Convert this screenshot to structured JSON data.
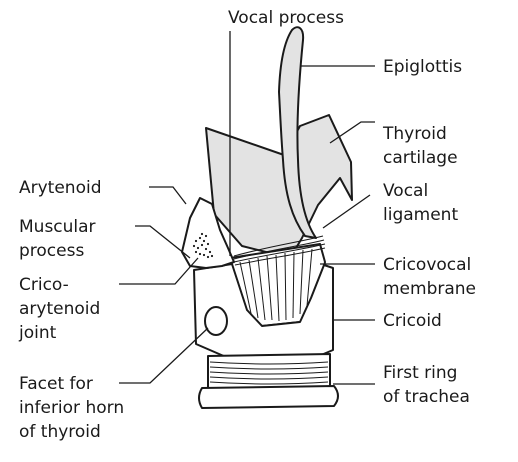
{
  "labels": {
    "vocal_process": "Vocal process",
    "epiglottis": "Epiglottis",
    "thyroid_cartilage": [
      "Thyroid",
      "cartilage"
    ],
    "vocal_ligament": [
      "Vocal",
      "ligament"
    ],
    "cricovocal_membrane": [
      "Cricovocal",
      "membrane"
    ],
    "cricoid": "Cricoid",
    "first_ring_of_trachea": [
      "First ring",
      "of trachea"
    ],
    "arytenoid": "Arytenoid",
    "muscular_process": [
      "Muscular",
      "process"
    ],
    "crico_arytenoid_joint": [
      "Crico-",
      "arytenoid",
      "joint"
    ],
    "facet_for_inferior_horn": [
      "Facet for",
      "inferior horn",
      "of thyroid"
    ]
  }
}
